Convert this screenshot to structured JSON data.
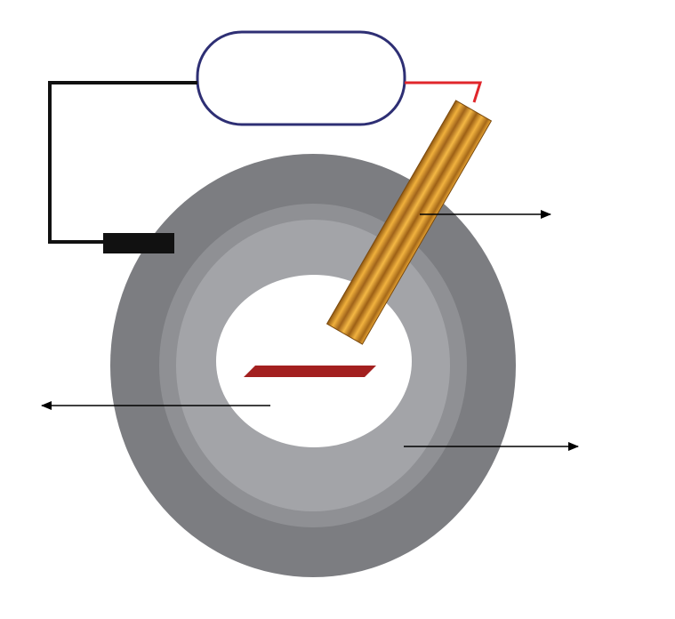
{
  "diagram": {
    "description_labels": [],
    "colors": {
      "background": "#ffffff",
      "outer_ring": "#7c7d81",
      "middle_ring": "#8f9094",
      "inner_ring": "#a3a4a8",
      "center_hole": "#ffffff",
      "source_outline": "#2e2f74",
      "wire_black": "#111111",
      "wire_red": "#e0262b",
      "ground_block": "#111111",
      "rod_light": "#f2b441",
      "rod_dark": "#9a5e12",
      "target_plate": "#a3201f",
      "arrow": "#000000"
    },
    "icons": {
      "power_source": "rounded-rectangle",
      "ground_contact": "black-block",
      "rod": "striped-copper-rod",
      "target": "red-plate",
      "arrows": [
        "arrow-right",
        "arrow-left",
        "arrow-right"
      ]
    }
  }
}
